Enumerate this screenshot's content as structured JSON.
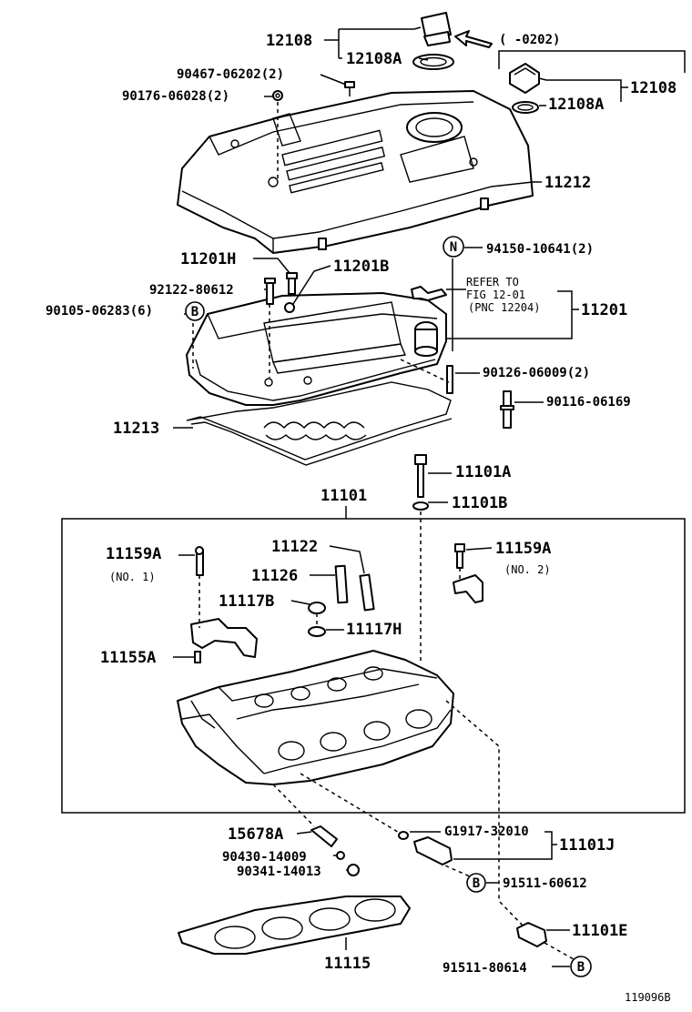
{
  "labels": {
    "p12108_top": "12108",
    "p12108a_top": "12108A",
    "p12108_right": "12108",
    "p12108a_right": "12108A",
    "range_note": "(     -0202)",
    "p90467": "90467-06202(2)",
    "p90176": "90176-06028(2)",
    "p11212": "11212",
    "p11201h": "11201H",
    "p11201b": "11201B",
    "p94150": "94150-10641(2)",
    "p92122": "92122-80612",
    "refer_to": "REFER TO",
    "fig_ref": "FIG 12-01",
    "pnc_ref": "(PNC 12204)",
    "p11201": "11201",
    "p90105": "90105-06283(6)",
    "p90126": "90126-06009(2)",
    "p90116": "90116-06169",
    "p11213": "11213",
    "p11101a": "11101A",
    "p11101b": "11101B",
    "p11101": "11101",
    "p11159a_left": "11159A",
    "no1": "(NO. 1)",
    "p11122": "11122",
    "p11159a_right": "11159A",
    "no2": "(NO. 2)",
    "p11126": "11126",
    "p11117b": "11117B",
    "p11117h": "11117H",
    "p11155a": "11155A",
    "p15678a": "15678A",
    "pG1917": "G1917-32010",
    "p11101j": "11101J",
    "p90430": "90430-14009",
    "p90341": "90341-14013",
    "p91511_60612": "91511-60612",
    "p11101e": "11101E",
    "p11115": "11115",
    "p91511_80614": "91511-80614",
    "diagram_id": "119096B"
  },
  "symbols": {
    "circle_b": "B",
    "circle_n": "N"
  }
}
